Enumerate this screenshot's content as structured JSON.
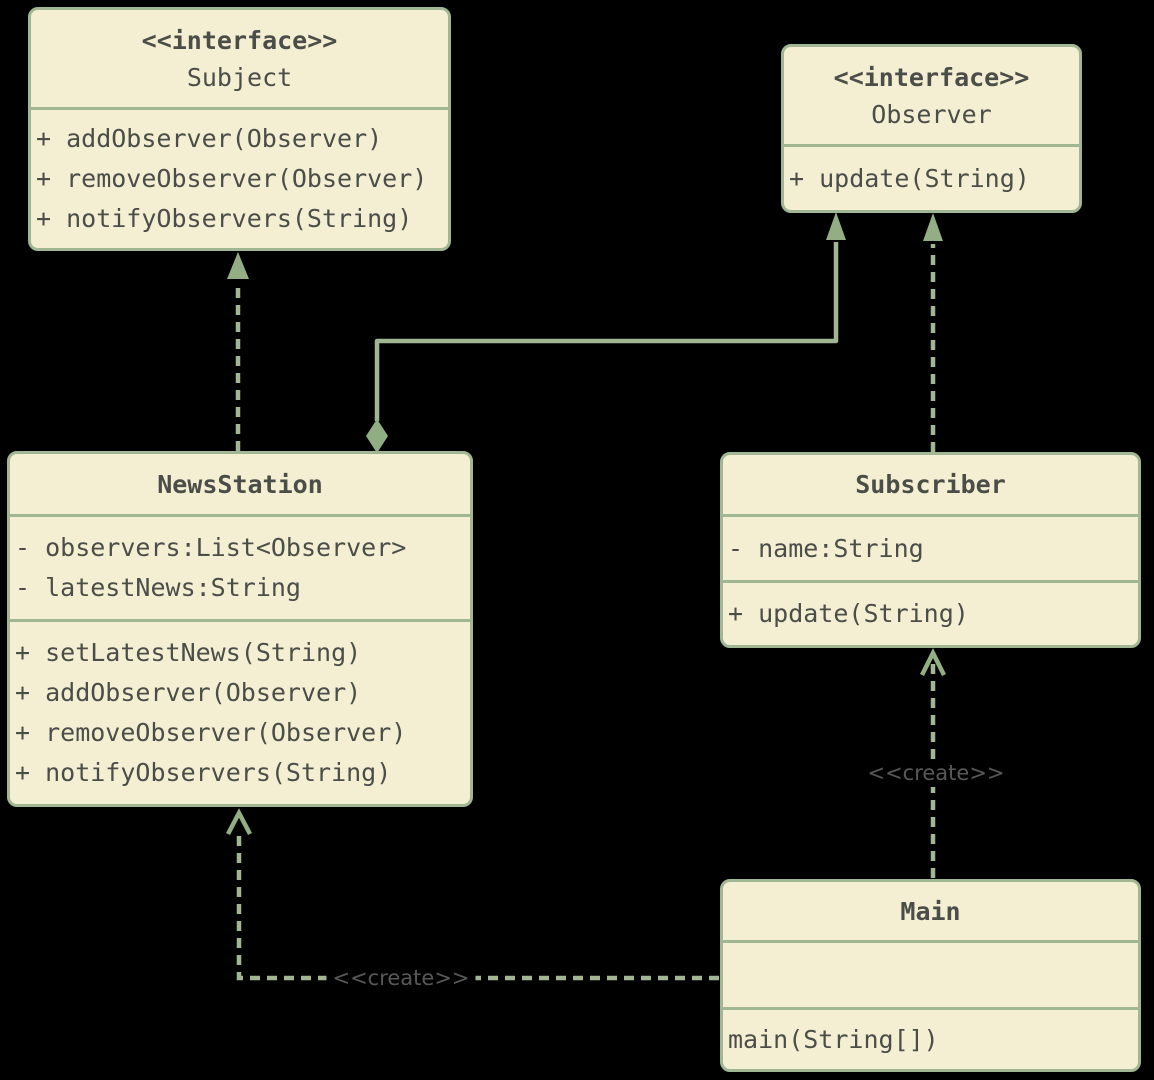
{
  "diagram": {
    "title": "Observer pattern UML class diagram",
    "background_color": "#000000",
    "colors": {
      "node_fill": "#f4eed3",
      "node_border": "#a1b794",
      "node_text": "#4b4d48",
      "edge_line": "#a1b794",
      "arrowhead_fill": "#93ad85",
      "edge_label_text": "#585858"
    },
    "classes": [
      {
        "id": "subject",
        "stereotype": "<<interface>>",
        "name": "Subject",
        "attributes": [],
        "methods": [
          "+ addObserver(Observer)",
          "+ removeObserver(Observer)",
          "+ notifyObservers(String)"
        ]
      },
      {
        "id": "observer",
        "stereotype": "<<interface>>",
        "name": "Observer",
        "attributes": [],
        "methods": [
          "+ update(String)"
        ]
      },
      {
        "id": "newsstation",
        "stereotype": "",
        "name": "NewsStation",
        "attributes": [
          "- observers:List<Observer>",
          "- latestNews:String"
        ],
        "methods": [
          "+ setLatestNews(String)",
          "+ addObserver(Observer)",
          "+ removeObserver(Observer)",
          "+ notifyObservers(String)"
        ]
      },
      {
        "id": "subscriber",
        "stereotype": "",
        "name": "Subscriber",
        "attributes": [
          "- name:String"
        ],
        "methods": [
          "+ update(String)"
        ]
      },
      {
        "id": "main",
        "stereotype": "",
        "name": "Main",
        "attributes": [],
        "methods": [
          "main(String[])"
        ]
      }
    ],
    "relationships": [
      {
        "type": "realization",
        "from": "NewsStation",
        "to": "Subject",
        "line": "dashed",
        "label": ""
      },
      {
        "type": "realization",
        "from": "Subscriber",
        "to": "Observer",
        "line": "dashed",
        "label": ""
      },
      {
        "type": "composition",
        "from": "NewsStation",
        "to": "Observer",
        "line": "solid",
        "label": ""
      },
      {
        "type": "dependency",
        "from": "Main",
        "to": "Subscriber",
        "line": "dashed",
        "label": "<<create>>"
      },
      {
        "type": "dependency",
        "from": "Main",
        "to": "NewsStation",
        "line": "dashed",
        "label": "<<create>>"
      }
    ]
  }
}
